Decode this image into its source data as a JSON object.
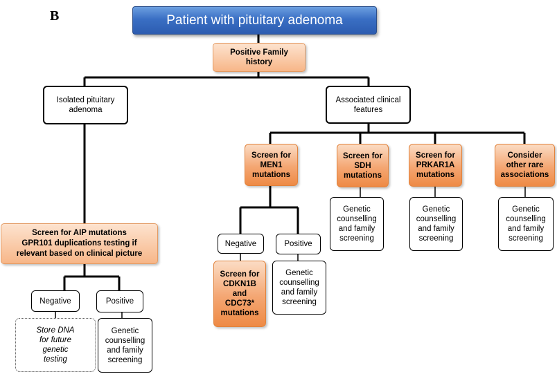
{
  "panel_label": "B",
  "title": "Patient with pituitary adenoma",
  "nodes": {
    "family_history": "Positive Family history",
    "isolated": "Isolated pituitary adenoma",
    "associated": "Associated clinical features",
    "men1": "Screen for MEN1 mutations",
    "sdh": "Screen for SDH mutations",
    "prkar1a": "Screen for PRKAR1A mutations",
    "other": "Consider other rare associations",
    "gc_sdh": "Genetic counselling and family screening",
    "gc_prkar1a": "Genetic counselling and family screening",
    "gc_other": "Genetic counselling and family screening",
    "men1_negative": "Negative",
    "men1_positive": "Positive",
    "gc_men1": "Genetic counselling and family screening",
    "cdkn1b": "Screen for CDKN1B and CDC73* mutations",
    "aip_line1": "Screen for AIP mutations",
    "aip_line2": "GPR101 duplications testing if relevant  based on clinical picture",
    "aip_negative": "Negative",
    "aip_positive": "Positive",
    "store_dna": "Store DNA for future genetic testing",
    "gc_aip": "Genetic counselling and family screening"
  }
}
